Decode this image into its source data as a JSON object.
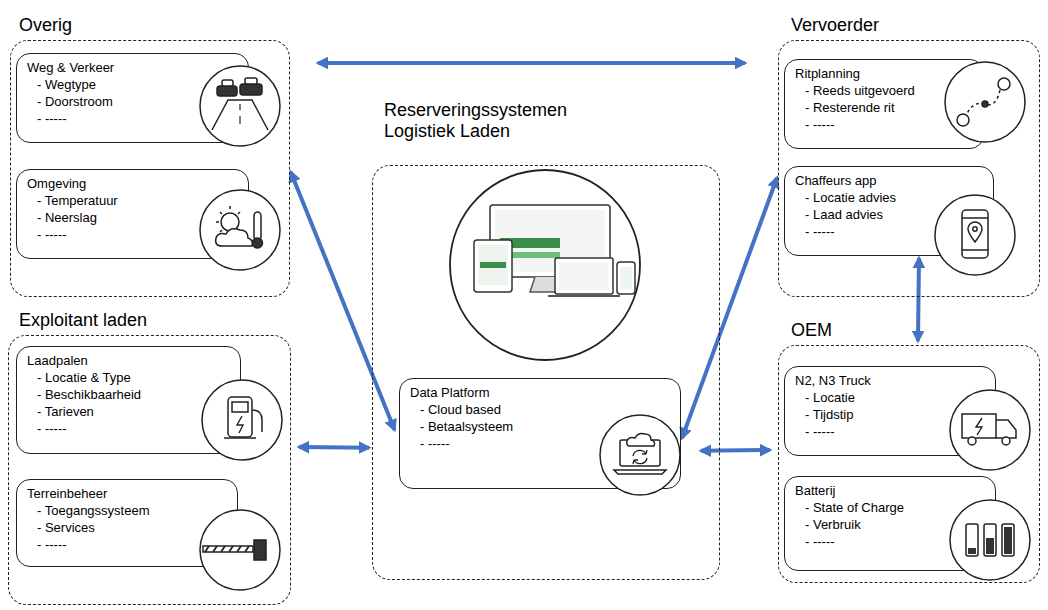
{
  "diagram": {
    "nodes": [
      {
        "text": [
          "Overig"
        ]
      },
      {
        "text": [
          "Weg & Verkeer",
          "- Wegtype",
          "- Doorstroom",
          "- -----"
        ],
        "in": 0
      },
      {
        "text": [
          "Omgeving",
          "- Temperatuur",
          "- Neerslag",
          "- -----"
        ],
        "in": 0
      },
      {
        "text": [
          "Exploitant laden"
        ]
      },
      {
        "text": [
          "Laadpalen",
          "- Locatie & Type",
          "- Beschikbaarheid",
          "- Tarieven",
          "- -----"
        ],
        "in": 3
      },
      {
        "text": [
          "Terreinbeheer",
          "- Toegangssysteem",
          "- Services",
          "- -----"
        ],
        "in": 3
      },
      {
        "text": [
          "Reserveringssystemen Logistiek Laden"
        ]
      },
      {
        "text": [
          "Data Platform",
          "- Cloud based",
          "- Betaalsysteem",
          "- -----"
        ],
        "in": 6
      },
      {
        "text": [
          "Vervoerder"
        ]
      },
      {
        "text": [
          "Ritplanning",
          "- Reeds uitgevoerd",
          "- Resterende rit",
          "- -----"
        ],
        "in": 8
      },
      {
        "text": [
          "Chaffeurs app",
          "- Locatie advies",
          "- Laad advies",
          "- -----"
        ],
        "in": 8
      },
      {
        "text": [
          "OEM"
        ]
      },
      {
        "text": [
          "N2, N3 Truck",
          "- Locatie",
          "- Tijdstip",
          "- -----"
        ],
        "in": 11
      },
      {
        "text": [
          "Batterij",
          "- State of Charge",
          "- Verbruik",
          "- -----"
        ],
        "in": 11
      }
    ],
    "edges": [
      {
        "from": 0,
        "to": 8,
        "arrow": "both"
      },
      {
        "from": 0,
        "to": 7,
        "arrow": "both"
      },
      {
        "from": 3,
        "to": 7,
        "arrow": "both"
      },
      {
        "from": 7,
        "to": 8,
        "arrow": "both"
      },
      {
        "from": 7,
        "to": 11,
        "arrow": "both"
      },
      {
        "from": 10,
        "to": 11,
        "arrow": "both"
      }
    ]
  }
}
